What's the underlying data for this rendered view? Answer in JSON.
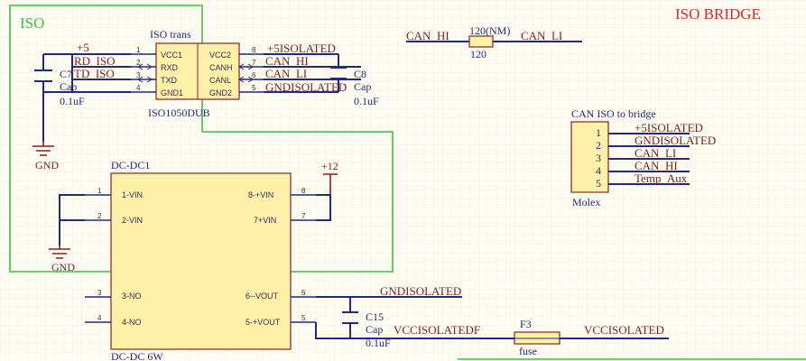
{
  "sheet": {
    "title": "ISO BRIDGE",
    "region_label": "ISO",
    "colors": {
      "background": "#fffdf3",
      "wire": "#1f2a80",
      "net_label": "#7a1f1f",
      "region": "#3cc23c",
      "ic_body": "#fff2a8",
      "ic_border": "#8a1f1f",
      "title": "#d42a2a"
    }
  },
  "iso_trans": {
    "title": "ISO trans",
    "part": "ISO1050DUB",
    "pins_left": [
      {
        "num": "1",
        "name": "VCC1"
      },
      {
        "num": "2",
        "name": "RXD"
      },
      {
        "num": "3",
        "name": "TXD"
      },
      {
        "num": "4",
        "name": "GND1"
      }
    ],
    "pins_right": [
      {
        "num": "8",
        "name": "VCC2"
      },
      {
        "num": "7",
        "name": "CANH"
      },
      {
        "num": "6",
        "name": "CANL"
      },
      {
        "num": "5",
        "name": "GND2"
      }
    ]
  },
  "nets_left": {
    "plus5": "+5",
    "rd_iso": "RD_ISO",
    "td_iso": "TD_ISO"
  },
  "nets_right": {
    "plus5isolated": "+5ISOLATED",
    "can_hi": "CAN_HI",
    "can_li": "CAN_LI",
    "gndisolated": "GNDISOLATED"
  },
  "c7": {
    "ref": "C7",
    "type": "Cap",
    "value": "0.1uF"
  },
  "c8": {
    "ref": "C8",
    "type": "Cap",
    "value": "0.1uF"
  },
  "c15": {
    "ref": "C15",
    "type": "Cap",
    "value": "0.1uF"
  },
  "gnd_label": "GND",
  "resistor": {
    "ref": "120(NM)",
    "value": "120",
    "net_left": "CAN_HI",
    "net_right": "CAN_LI"
  },
  "molex": {
    "title": "CAN ISO to bridge",
    "part": "Molex",
    "pins": [
      {
        "num": "1",
        "net": "+5ISOLATED"
      },
      {
        "num": "2",
        "net": "GNDISOLATED"
      },
      {
        "num": "3",
        "net": "CAN_LI"
      },
      {
        "num": "4",
        "net": "CAN_HI"
      },
      {
        "num": "5",
        "net": "Temp_Aux"
      }
    ]
  },
  "dcdc": {
    "ref": "DC-DC1",
    "part": "DC-DC 6W",
    "pins_left": [
      {
        "num": "1",
        "name": "1-VIN"
      },
      {
        "num": "2",
        "name": "2-VIN"
      },
      {
        "num": "3",
        "name": "3-NO"
      },
      {
        "num": "4",
        "name": "4-NO"
      }
    ],
    "pins_right": [
      {
        "num": "8",
        "name": "8-+VIN"
      },
      {
        "num": "7",
        "name": "7+VIN"
      },
      {
        "num": "6",
        "name": "6--VOUT"
      },
      {
        "num": "5",
        "name": "5-+VOUT"
      }
    ]
  },
  "plus12": "+12",
  "net_gndisolated": "GNDISOLATED",
  "net_vccisolatedf": "VCCISOLATEDF",
  "net_vccisolated": "VCCISOLATED",
  "fuse": {
    "ref": "F3",
    "type": "fuse"
  }
}
